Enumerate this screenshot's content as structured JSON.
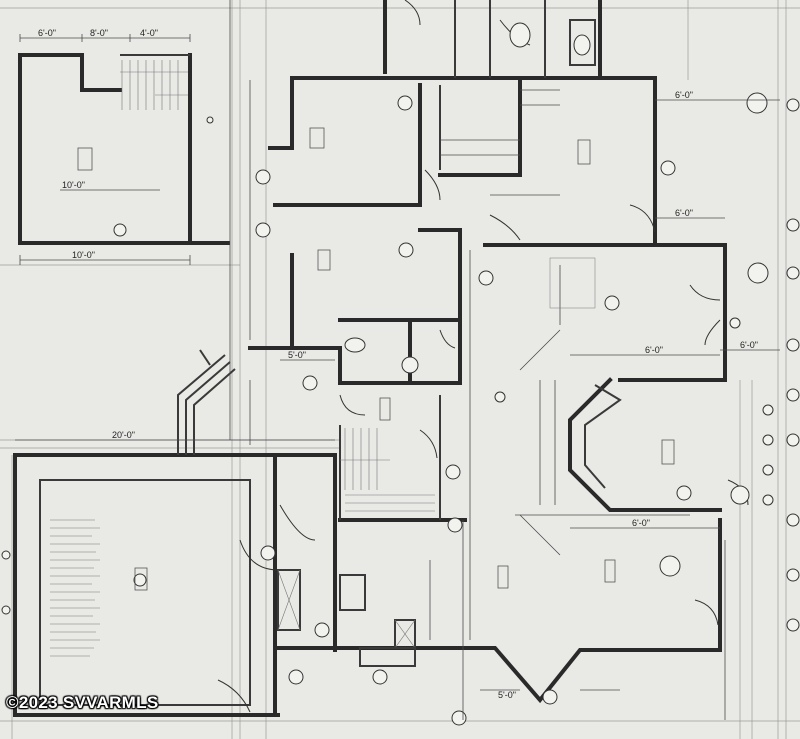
{
  "dimensions": {
    "top_a": "6'-0\"",
    "top_b": "8'-0\"",
    "top_c": "4'-0\"",
    "left_wing_mid": "10'-0\"",
    "left_wing_bottom": "10'-0\"",
    "garage_top": "20'-0\"",
    "right_a": "6'-0\"",
    "right_b": "6'-0\"",
    "right_c": "6'-0\"",
    "right_d": "6'-0\"",
    "right_e": "6'-0\"",
    "center_a": "5'-0\"",
    "center_b": "5'-0\""
  },
  "watermark": "©2023 SVVARMLS",
  "colors": {
    "wall": "#2a2a2a",
    "paper": "#e9e9e6"
  }
}
